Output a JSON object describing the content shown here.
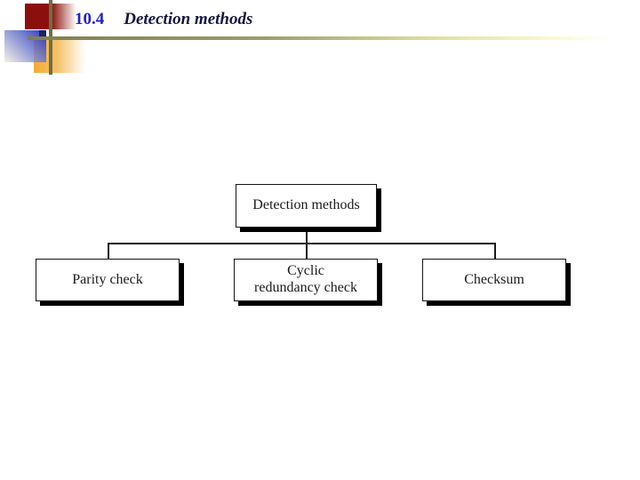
{
  "header": {
    "section_number": "10.4",
    "title": "Detection methods"
  },
  "diagram": {
    "type": "tree",
    "title": "Detection methods",
    "root": {
      "label": "Detection methods",
      "lines": [
        "Detection methods"
      ]
    },
    "children": [
      {
        "label": "Parity check",
        "lines": [
          "Parity check"
        ]
      },
      {
        "label": "Cyclic redundancy check",
        "lines": [
          "Cyclic",
          "redundancy check"
        ]
      },
      {
        "label": "Checksum",
        "lines": [
          "Checksum"
        ]
      }
    ]
  },
  "colors": {
    "section_number_text": "#2222c8",
    "title_text": "#15153f",
    "box_fill": "#ffffff",
    "box_border": "#141414",
    "box_shadow": "#000000",
    "connector": "#1a1a1a",
    "decoration_red": "#8c0f0f",
    "decoration_blue": "#2330b4",
    "decoration_navy": "#1a2070",
    "decoration_orange": "#f3ab36",
    "decoration_olive": "#6e6e44"
  }
}
